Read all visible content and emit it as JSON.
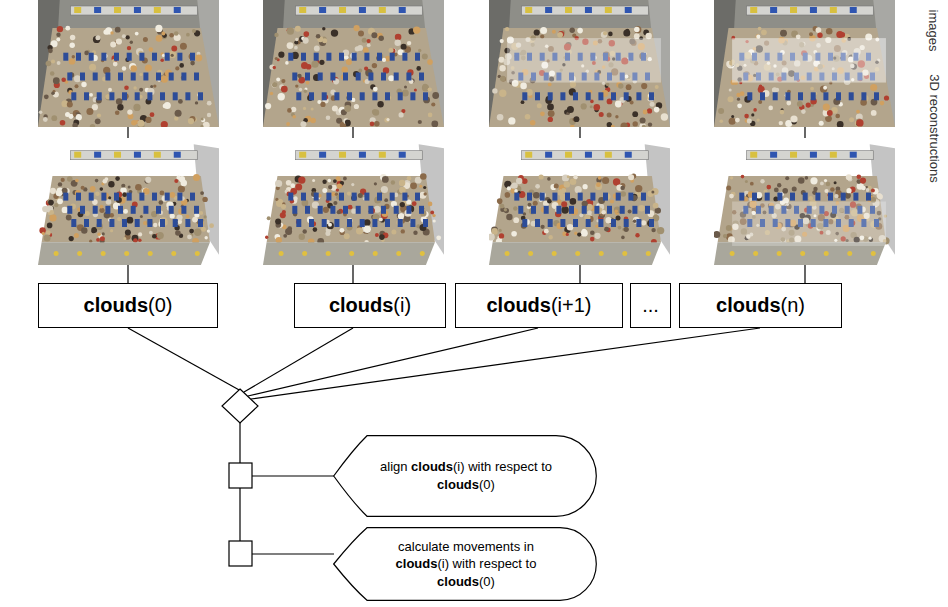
{
  "diagram": {
    "nodes": [
      {
        "text": [
          "clouds(0)"
        ]
      },
      {
        "text": [
          "clouds(i)"
        ]
      },
      {
        "text": [
          "clouds(i+1)"
        ]
      },
      {
        "text": [
          "..."
        ]
      },
      {
        "text": [
          "clouds(n)"
        ]
      },
      {
        "text": [
          "align clouds(i) with respect to clouds(0)"
        ]
      },
      {
        "text": [
          "calculate movements in clouds(i) with respect to clouds(0)"
        ]
      }
    ],
    "labels": [
      "images",
      "3D reconstructions"
    ]
  }
}
